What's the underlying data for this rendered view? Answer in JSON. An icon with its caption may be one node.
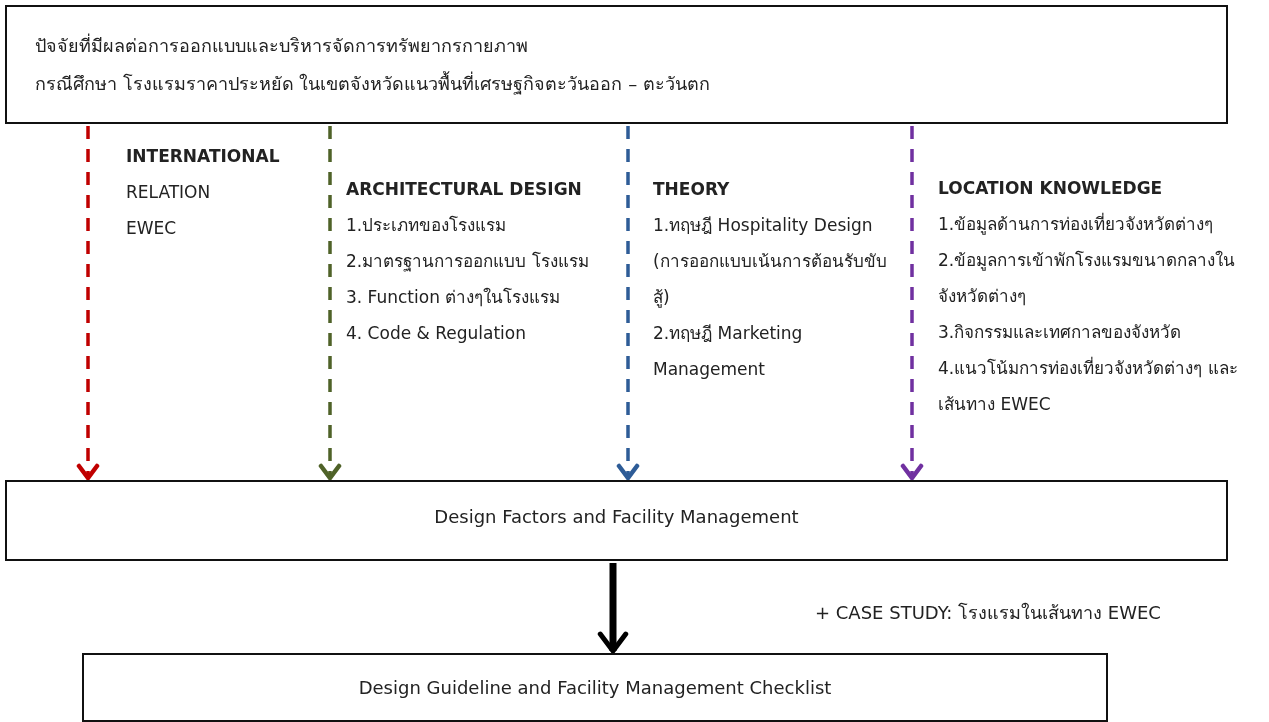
{
  "diagram": {
    "nodes": [
      {
        "text": [
          "ปัจจัยที่มีผลต่อการออกแบบและบริหารจัดการทรัพยากรกายภาพ",
          "กรณีศึกษา โรงแรมราคาประหยัด ในเขตจังหวัดแนวพื้นที่เศรษฐกิจตะวันออก – ตะวันตก"
        ]
      },
      {
        "text": [
          "Design Factors and Facility Management"
        ]
      },
      {
        "text": [
          "Design Guideline and Facility Management Checklist"
        ]
      }
    ],
    "edges": [
      {
        "from": 0,
        "to": 1,
        "arrow": "to",
        "style": "dashed",
        "color": "#c00000"
      },
      {
        "from": 0,
        "to": 1,
        "arrow": "to",
        "style": "dashed",
        "color": "#4f6228"
      },
      {
        "from": 0,
        "to": 1,
        "arrow": "to",
        "style": "dashed",
        "color": "#2e5c97"
      },
      {
        "from": 0,
        "to": 1,
        "arrow": "to",
        "style": "dashed",
        "color": "#7030a0"
      },
      {
        "from": 1,
        "to": 2,
        "arrow": "to",
        "style": "thick",
        "color": "#000000"
      }
    ],
    "labels": [
      "INTERNATIONAL",
      "RELATION",
      "EWEC",
      "ARCHITECTURAL DESIGN",
      "1.ประเภทของโรงแรม",
      "2.มาตรฐานการออกแบบ โรงแรม",
      "3. Function ต่างๆในโรงแรม",
      "4. Code & Regulation",
      "THEORY",
      "1.ทฤษฎี Hospitality Design",
      "(การออกแบบเน้นการต้อนรับขับสู้)",
      "2.ทฤษฎี Marketing Management",
      "LOCATION KNOWLEDGE",
      "1.ข้อมูลด้านการท่องเที่ยวจังหวัดต่างๆ",
      "2.ข้อมูลการเข้าพักโรงแรมขนาดกลางในจังหวัดต่างๆ",
      "3.กิจกรรมและเทศกาลของจังหวัด",
      "4.แนวโน้มการท่องเที่ยวจังหวัดต่างๆ และเส้นทาง EWEC",
      "+ CASE STUDY: โรงแรมในเส้นทาง EWEC"
    ]
  }
}
